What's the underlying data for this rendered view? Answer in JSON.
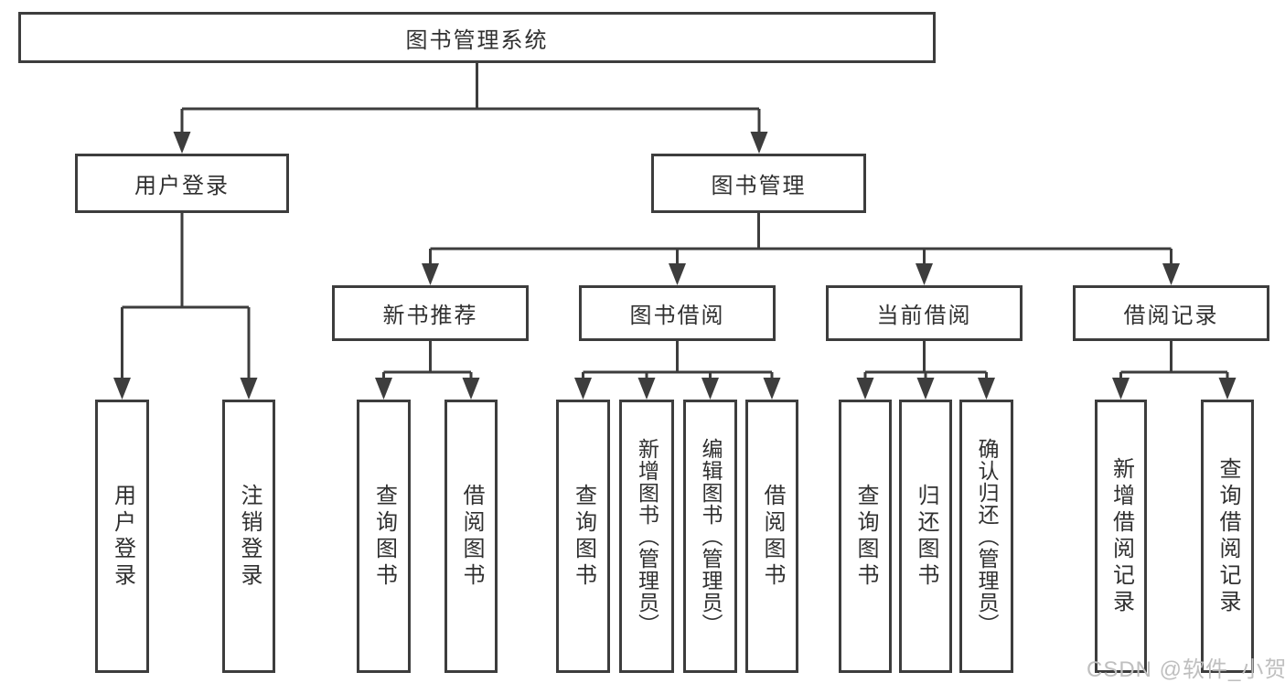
{
  "colors": {
    "line": "#3d3d3d",
    "text": "#303030",
    "watermark": "#bfbfbf",
    "background": "#ffffff"
  },
  "watermark": {
    "text": "CSDN @软件_小贺同学"
  },
  "tree": {
    "root": {
      "label": "图书管理系统"
    },
    "branches": [
      {
        "label": "用户登录",
        "children": [
          {
            "label": "用户登录"
          },
          {
            "label": "注销登录"
          }
        ]
      },
      {
        "label": "图书管理",
        "children": [
          {
            "label": "新书推荐",
            "children": [
              {
                "label": "查询图书"
              },
              {
                "label": "借阅图书"
              }
            ]
          },
          {
            "label": "图书借阅",
            "children": [
              {
                "label": "查询图书"
              },
              {
                "label": "新增图书（管理员）"
              },
              {
                "label": "编辑图书（管理员）"
              },
              {
                "label": "借阅图书"
              }
            ]
          },
          {
            "label": "当前借阅",
            "children": [
              {
                "label": "查询图书"
              },
              {
                "label": "归还图书"
              },
              {
                "label": "确认归还（管理员）"
              }
            ]
          },
          {
            "label": "借阅记录",
            "children": [
              {
                "label": "新增借阅记录"
              },
              {
                "label": "查询借阅记录"
              }
            ]
          }
        ]
      }
    ]
  }
}
